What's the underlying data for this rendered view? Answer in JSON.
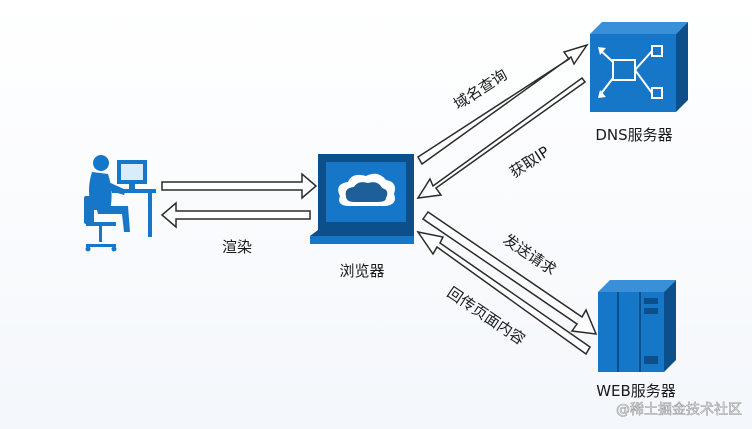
{
  "nodes": {
    "dns_server": "DNS服务器",
    "browser": "浏览器",
    "web_server": "WEB服务器"
  },
  "arrows": {
    "domain_query": "域名查询",
    "get_ip": "获取IP",
    "send_request": "发送请求",
    "return_page": "回传页面内容",
    "render": "渲染"
  },
  "watermark": "@稀土掘金技术社区",
  "colors": {
    "accent": "#1677c8",
    "dark": "#0d4f8a",
    "arrow_stroke": "#2b2b2b",
    "arrow_fill": "#ffffff"
  }
}
